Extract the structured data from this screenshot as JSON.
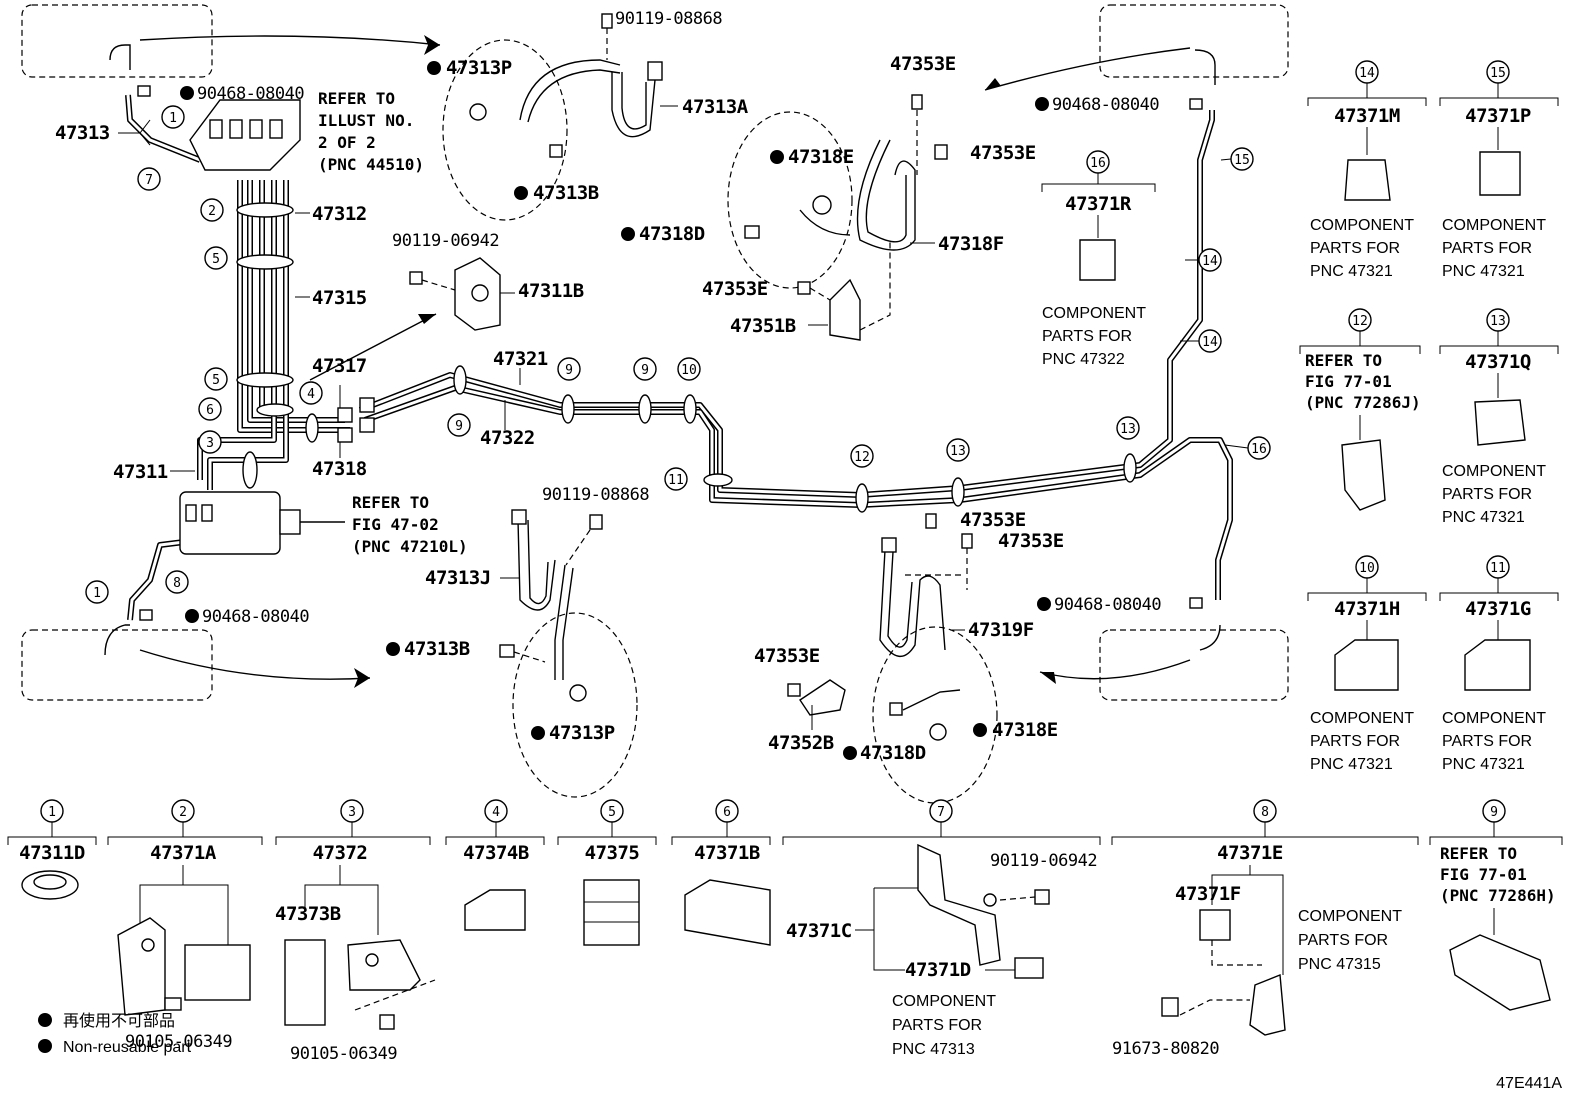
{
  "diagram_id": "47E441A",
  "legend": {
    "jp": "再使用不可部品",
    "en": "Non-reusable part"
  },
  "main_labels": {
    "p47313": "47313",
    "p47312": "47312",
    "p47315": "47315",
    "p47317": "47317",
    "p47318": "47318",
    "p47311": "47311",
    "p47311b": "47311B",
    "p90119_06942_top": "90119-06942",
    "p47321": "47321",
    "p47322": "47322",
    "p90468_08040_tl": "90468-08040",
    "p90468_08040_bl": "90468-08040",
    "p90468_08040_tr": "90468-08040",
    "p90468_08040_br": "90468-08040",
    "p47313p_top": "47313P",
    "p47313b_top": "47313B",
    "p47313a": "47313A",
    "p90119_08868_top": "90119-08868",
    "p47353e_1": "47353E",
    "p47353e_2": "47353E",
    "p47353e_3": "47353E",
    "p47353e_4": "47353E",
    "p47353e_5": "47353E",
    "p47353e_6": "47353E",
    "p47318e_top": "47318E",
    "p47318d_top": "47318D",
    "p47318f": "47318F",
    "p47351b": "47351B",
    "p90119_08868_bot": "90119-08868",
    "p47313j": "47313J",
    "p47313b_bot": "47313B",
    "p47313p_bot": "47313P",
    "p47319f": "47319F",
    "p47352b": "47352B",
    "p47318d_bot": "47318D",
    "p47318e_bot": "47318E"
  },
  "notes": {
    "refer_illust": [
      "REFER TO",
      "ILLUST NO.",
      "2 OF 2",
      "(PNC 44510)"
    ],
    "refer_fig4702": [
      "REFER TO",
      "FIG 47-02",
      "(PNC 47210L)"
    ]
  },
  "callouts": {
    "c1": "1",
    "c2": "2",
    "c3": "3",
    "c4": "4",
    "c5": "5",
    "c6": "6",
    "c7": "7",
    "c8": "8",
    "c9": "9",
    "c10": "10",
    "c11": "11",
    "c12": "12",
    "c13": "13",
    "c14": "14",
    "c15": "15",
    "c16": "16"
  },
  "right_panels": {
    "p16": {
      "num": "16",
      "part": "47371R",
      "desc": [
        "COMPONENT",
        "PARTS FOR",
        "PNC 47322"
      ]
    },
    "p14": {
      "num": "14",
      "part": "47371M",
      "desc": [
        "COMPONENT",
        "PARTS FOR",
        "PNC 47321"
      ]
    },
    "p15": {
      "num": "15",
      "part": "47371P",
      "desc": [
        "COMPONENT",
        "PARTS FOR",
        "PNC 47321"
      ]
    },
    "p12": {
      "num": "12",
      "ref": [
        "REFER TO",
        "FIG 77-01",
        "(PNC 77286J)"
      ]
    },
    "p13": {
      "num": "13",
      "part": "47371Q",
      "desc": [
        "COMPONENT",
        "PARTS FOR",
        "PNC 47321"
      ]
    },
    "p10": {
      "num": "10",
      "part": "47371H",
      "desc": [
        "COMPONENT",
        "PARTS FOR",
        "PNC 47321"
      ]
    },
    "p11": {
      "num": "11",
      "part": "47371G",
      "desc": [
        "COMPONENT",
        "PARTS FOR",
        "PNC 47321"
      ]
    }
  },
  "bottom_panels": {
    "b1": {
      "num": "1",
      "part": "47311D"
    },
    "b2": {
      "num": "2",
      "part": "47371A",
      "sub": "90105-06349"
    },
    "b3": {
      "num": "3",
      "part": "47372",
      "sub1": "47373B",
      "sub2": "90105-06349"
    },
    "b4": {
      "num": "4",
      "part": "47374B"
    },
    "b5": {
      "num": "5",
      "part": "47375"
    },
    "b6": {
      "num": "6",
      "part": "47371B"
    },
    "b7": {
      "num": "7",
      "sub1": "90119-06942",
      "sub2": "47371C",
      "sub3": "47371D",
      "desc": [
        "COMPONENT",
        "PARTS FOR",
        "PNC 47313"
      ]
    },
    "b8": {
      "num": "8",
      "part": "47371E",
      "sub1": "47371F",
      "sub2": "91673-80820",
      "desc": [
        "COMPONENT",
        "PARTS FOR",
        "PNC 47315"
      ]
    },
    "b9": {
      "num": "9",
      "ref": [
        "REFER TO",
        "FIG 77-01",
        "(PNC 77286H)"
      ]
    }
  }
}
